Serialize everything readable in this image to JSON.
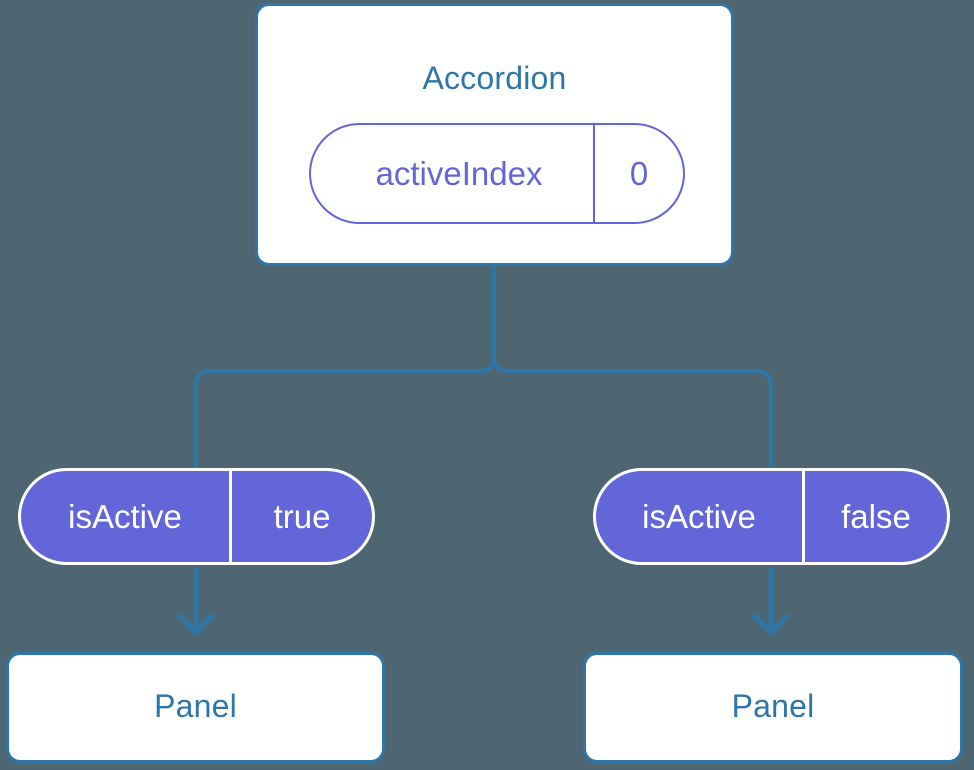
{
  "diagram": {
    "type": "component-tree",
    "background_color": "#4d6671",
    "accent_blue": "#2f76a8",
    "accent_purple": "#6366d8",
    "root": {
      "name": "accordion-node",
      "title": "Accordion",
      "prop": {
        "key": "activeIndex",
        "value": "0"
      }
    },
    "branches": [
      {
        "name": "branch-left",
        "prop": {
          "key": "isActive",
          "value": "true"
        },
        "child_title": "Panel"
      },
      {
        "name": "branch-right",
        "prop": {
          "key": "isActive",
          "value": "false"
        },
        "child_title": "Panel"
      }
    ]
  }
}
